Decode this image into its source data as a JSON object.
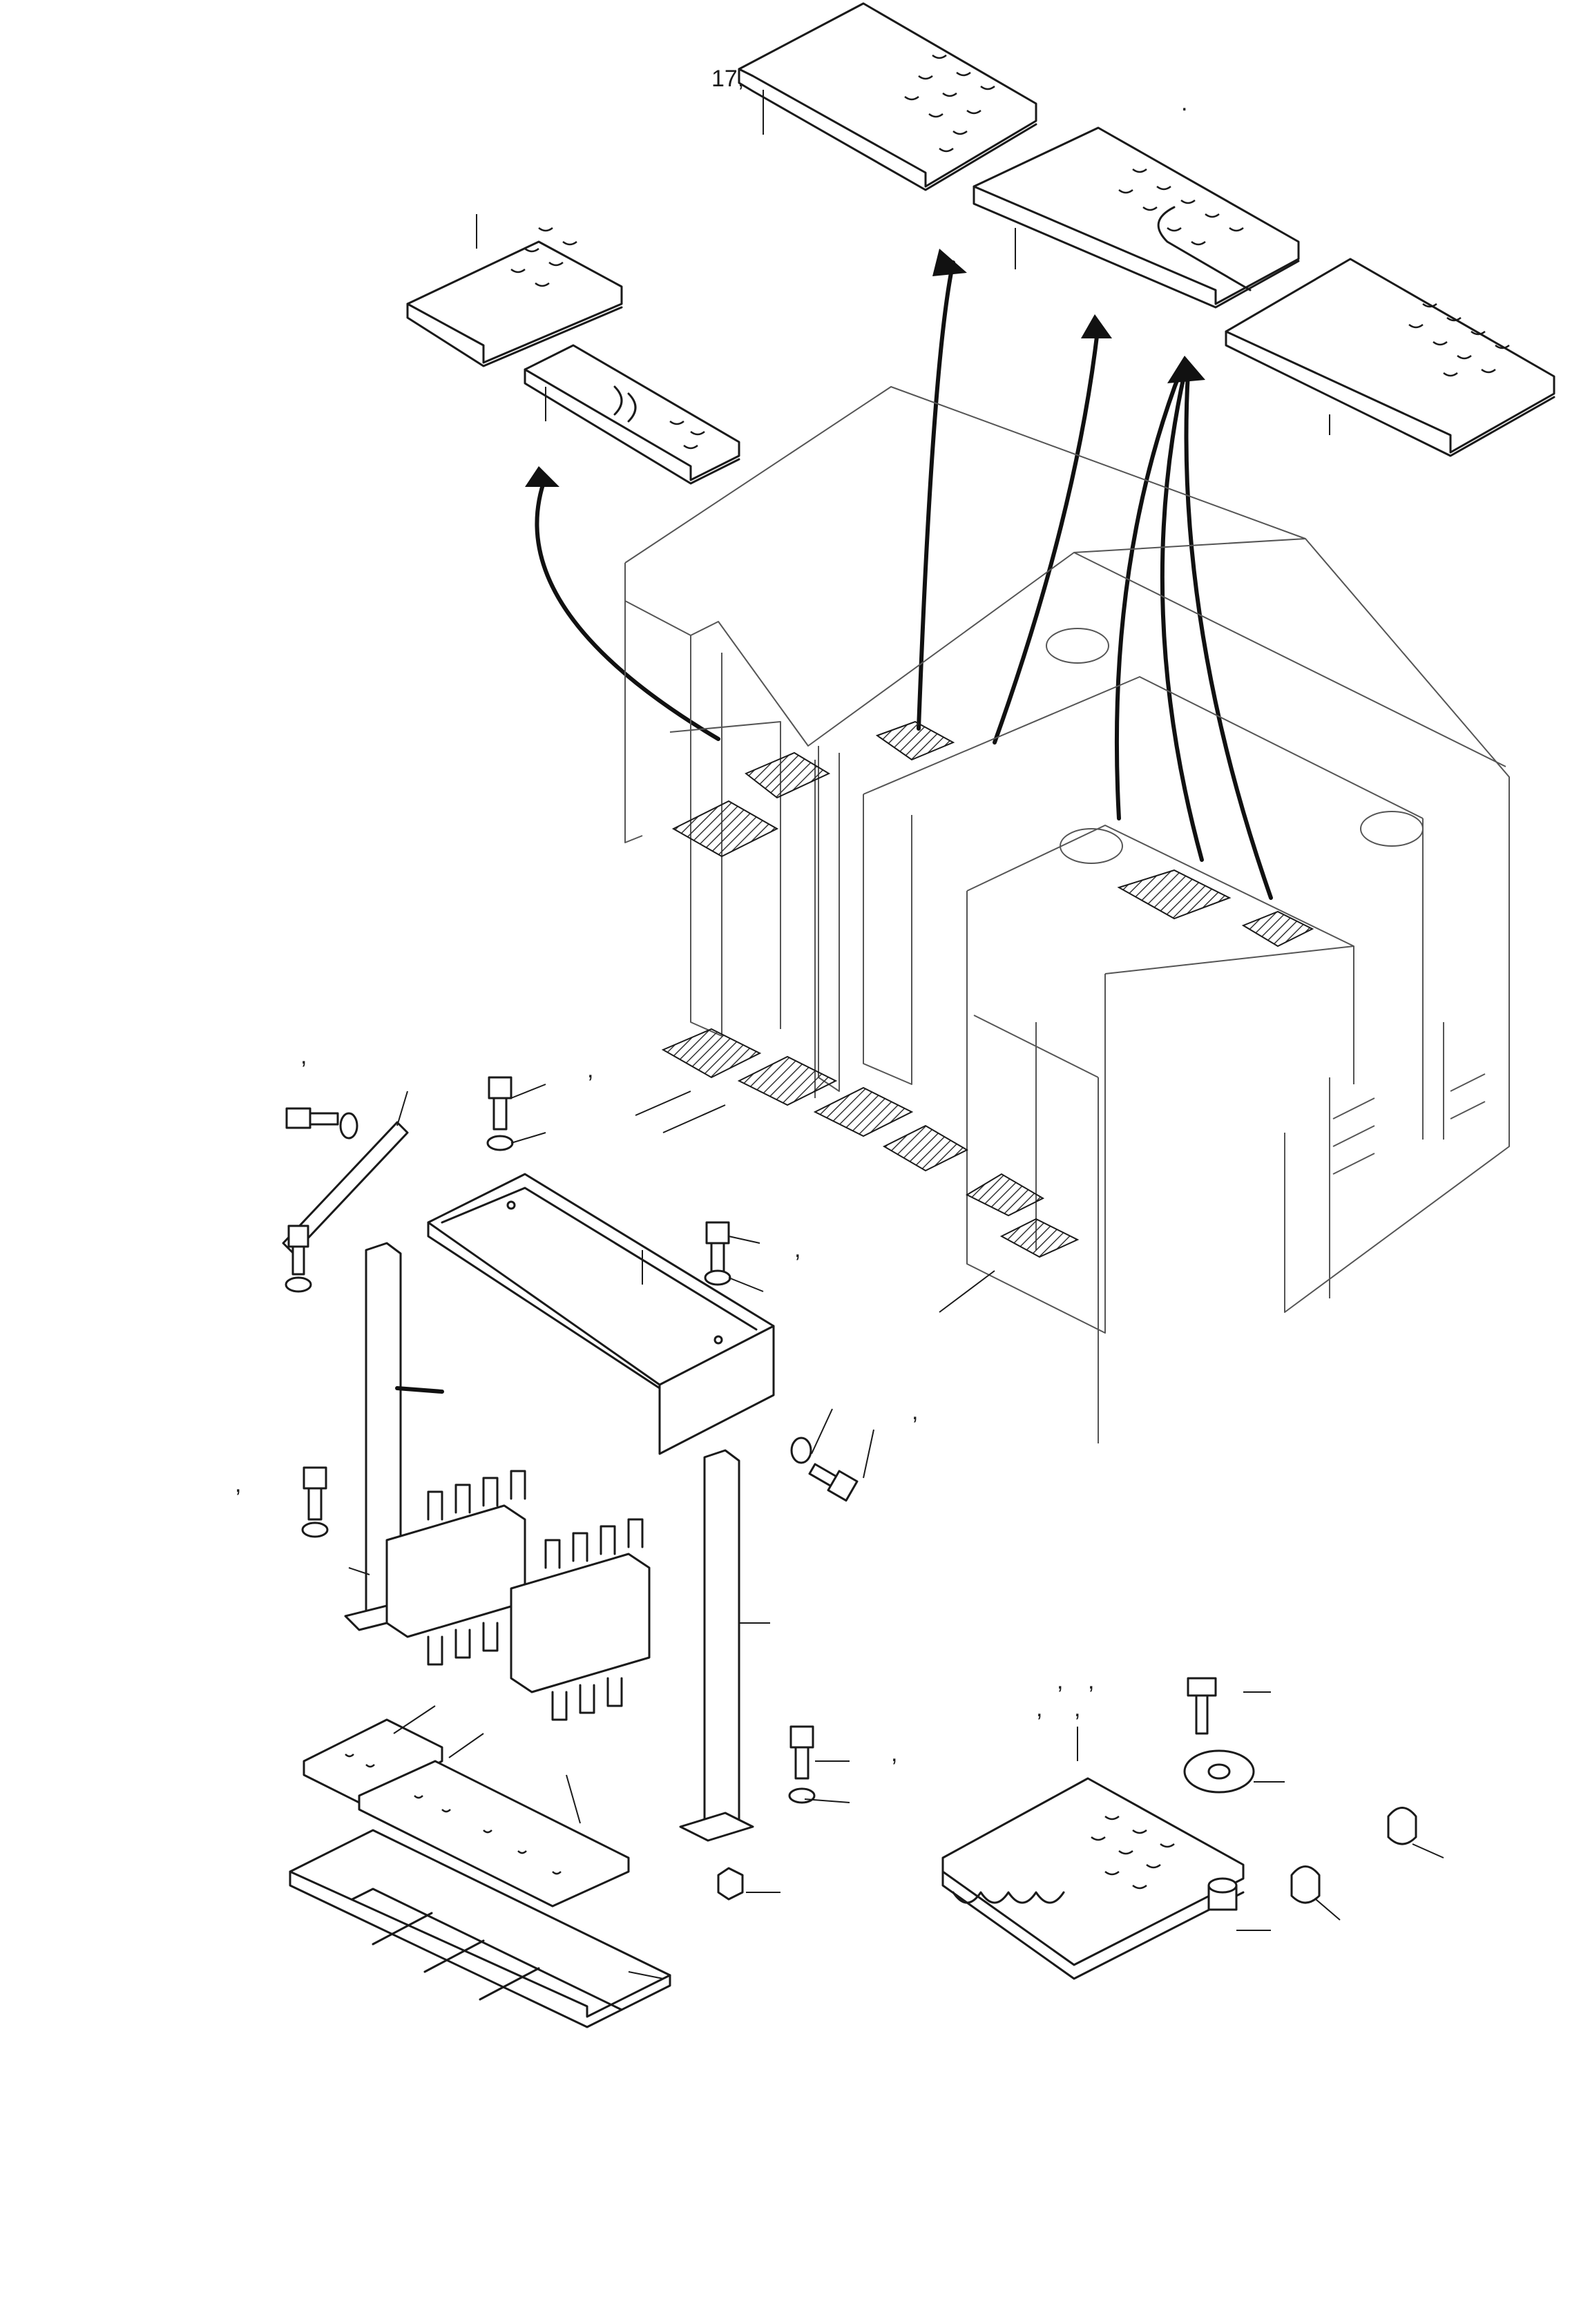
{
  "diagram": {
    "type": "exploded-parts-drawing",
    "visible_labels": [
      {
        "id": "callout-17",
        "text": "17,"
      }
    ],
    "stray_marks": [
      ",",
      ",",
      ",",
      ",",
      ",",
      ",",
      ",",
      ",",
      ",",
      ",",
      "."
    ]
  },
  "colors": {
    "ink": "#1a1a1a",
    "background": "#ffffff"
  }
}
